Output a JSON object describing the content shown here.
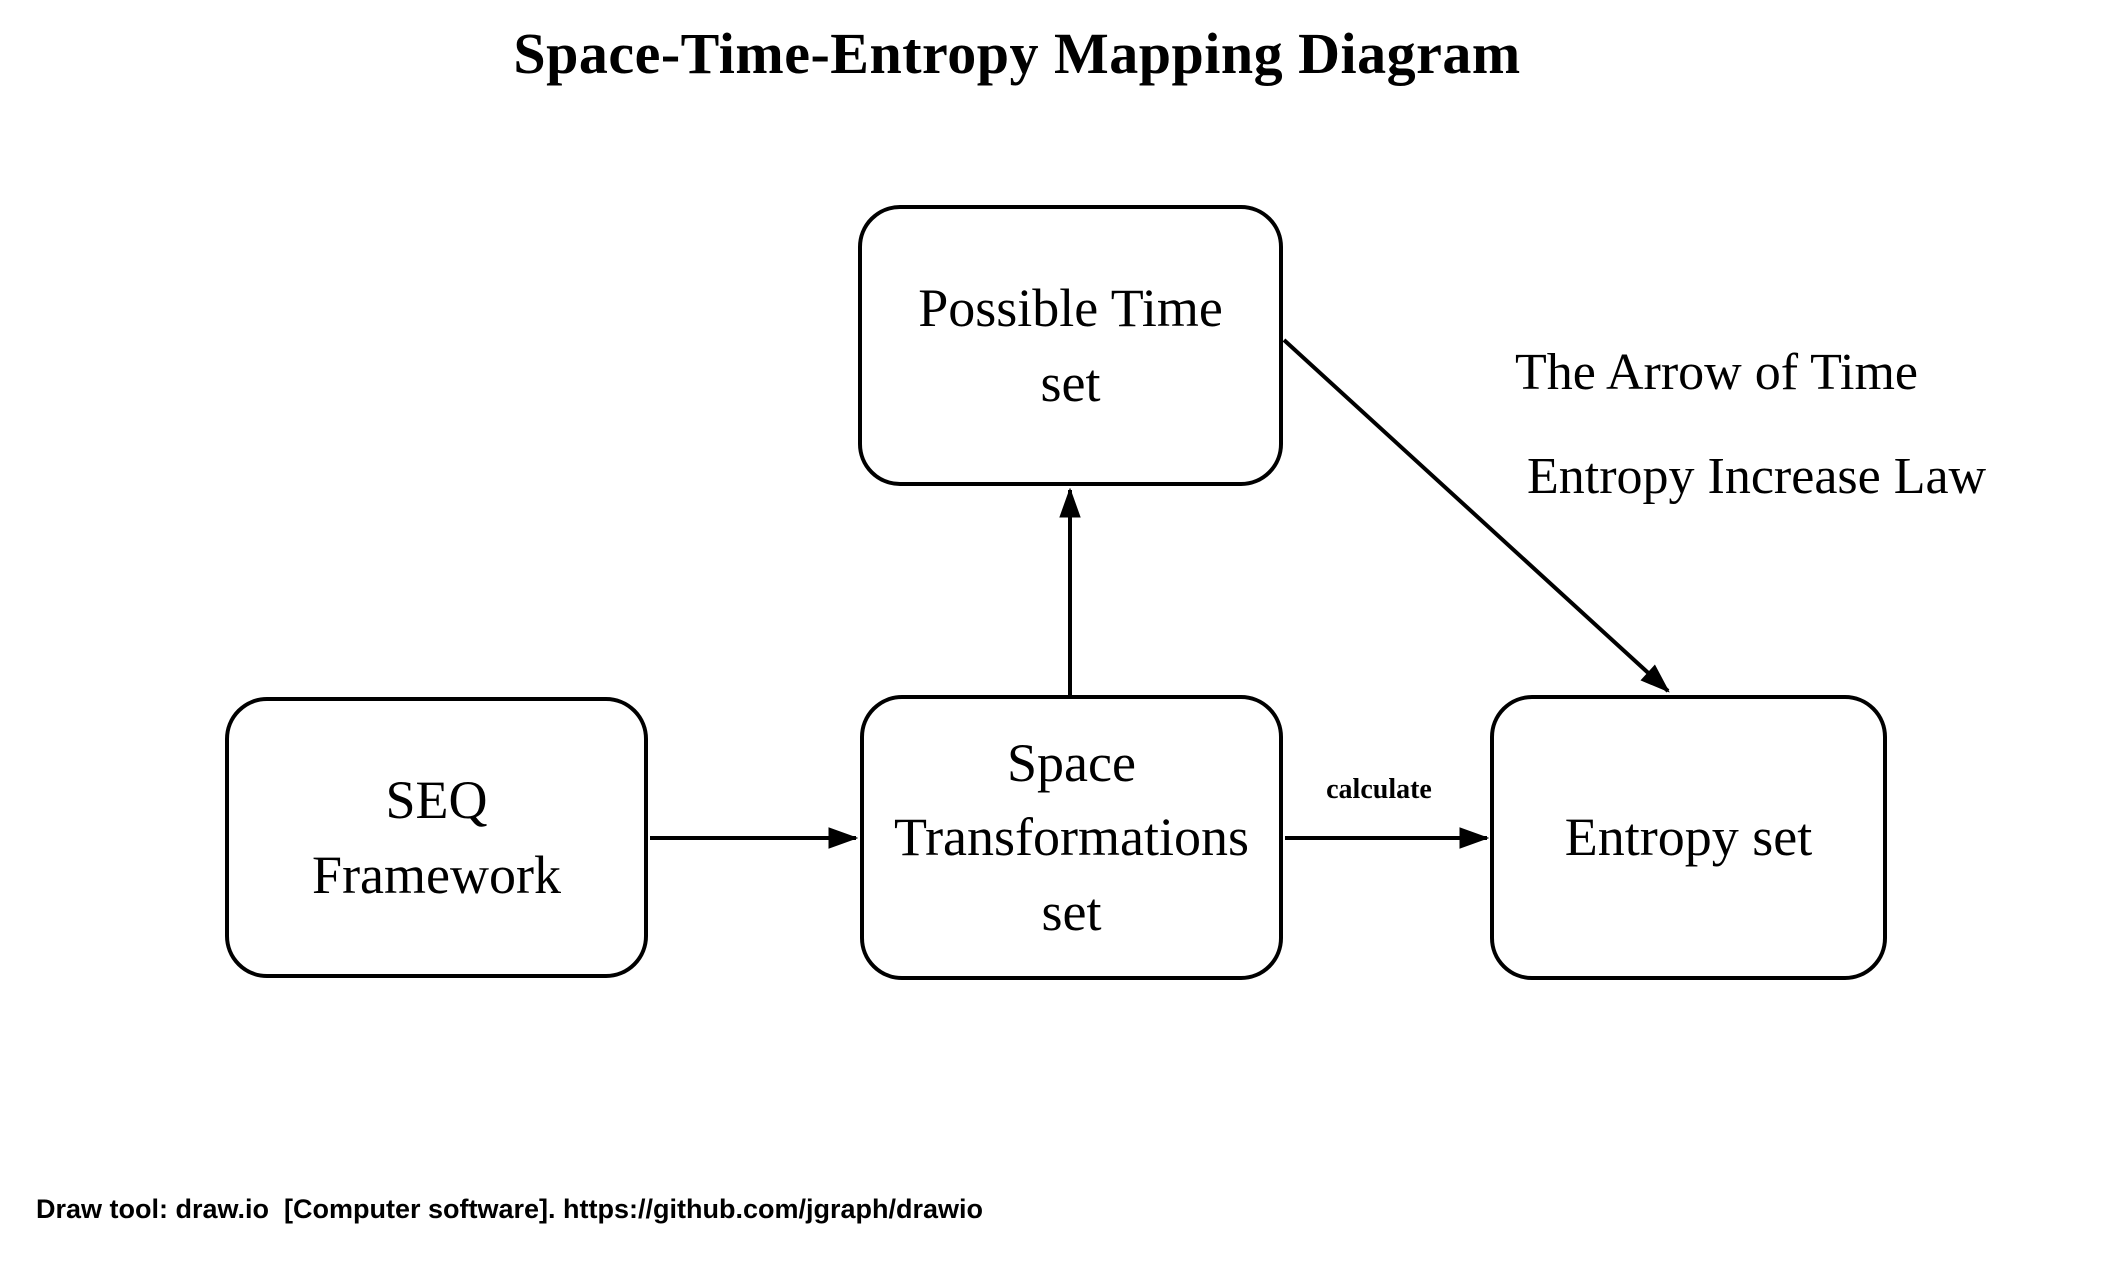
{
  "title": "Space-Time-Entropy Mapping Diagram",
  "nodes": {
    "seq": {
      "label": "SEQ\nFramework"
    },
    "space_transformations": {
      "label": "Space\nTransformations\nset"
    },
    "possible_time": {
      "label": "Possible Time\nset"
    },
    "entropy": {
      "label": "Entropy set"
    }
  },
  "edges": [
    {
      "from": "SEQ Framework",
      "to": "Space Transformations set",
      "label": ""
    },
    {
      "from": "Space Transformations set",
      "to": "Possible Time set",
      "label": ""
    },
    {
      "from": "Space Transformations set",
      "to": "Entropy set",
      "label": "calculate"
    },
    {
      "from": "Possible Time set",
      "to": "Entropy set",
      "label": ""
    }
  ],
  "annotation": {
    "line1": "The Arrow of Time",
    "line2": "Entropy Increase Law"
  },
  "footer": {
    "text": "Draw tool: draw.io  [Computer software]. https://github.com/jgraph/drawio"
  },
  "colors": {
    "ink": "#000000",
    "background": "#ffffff"
  }
}
